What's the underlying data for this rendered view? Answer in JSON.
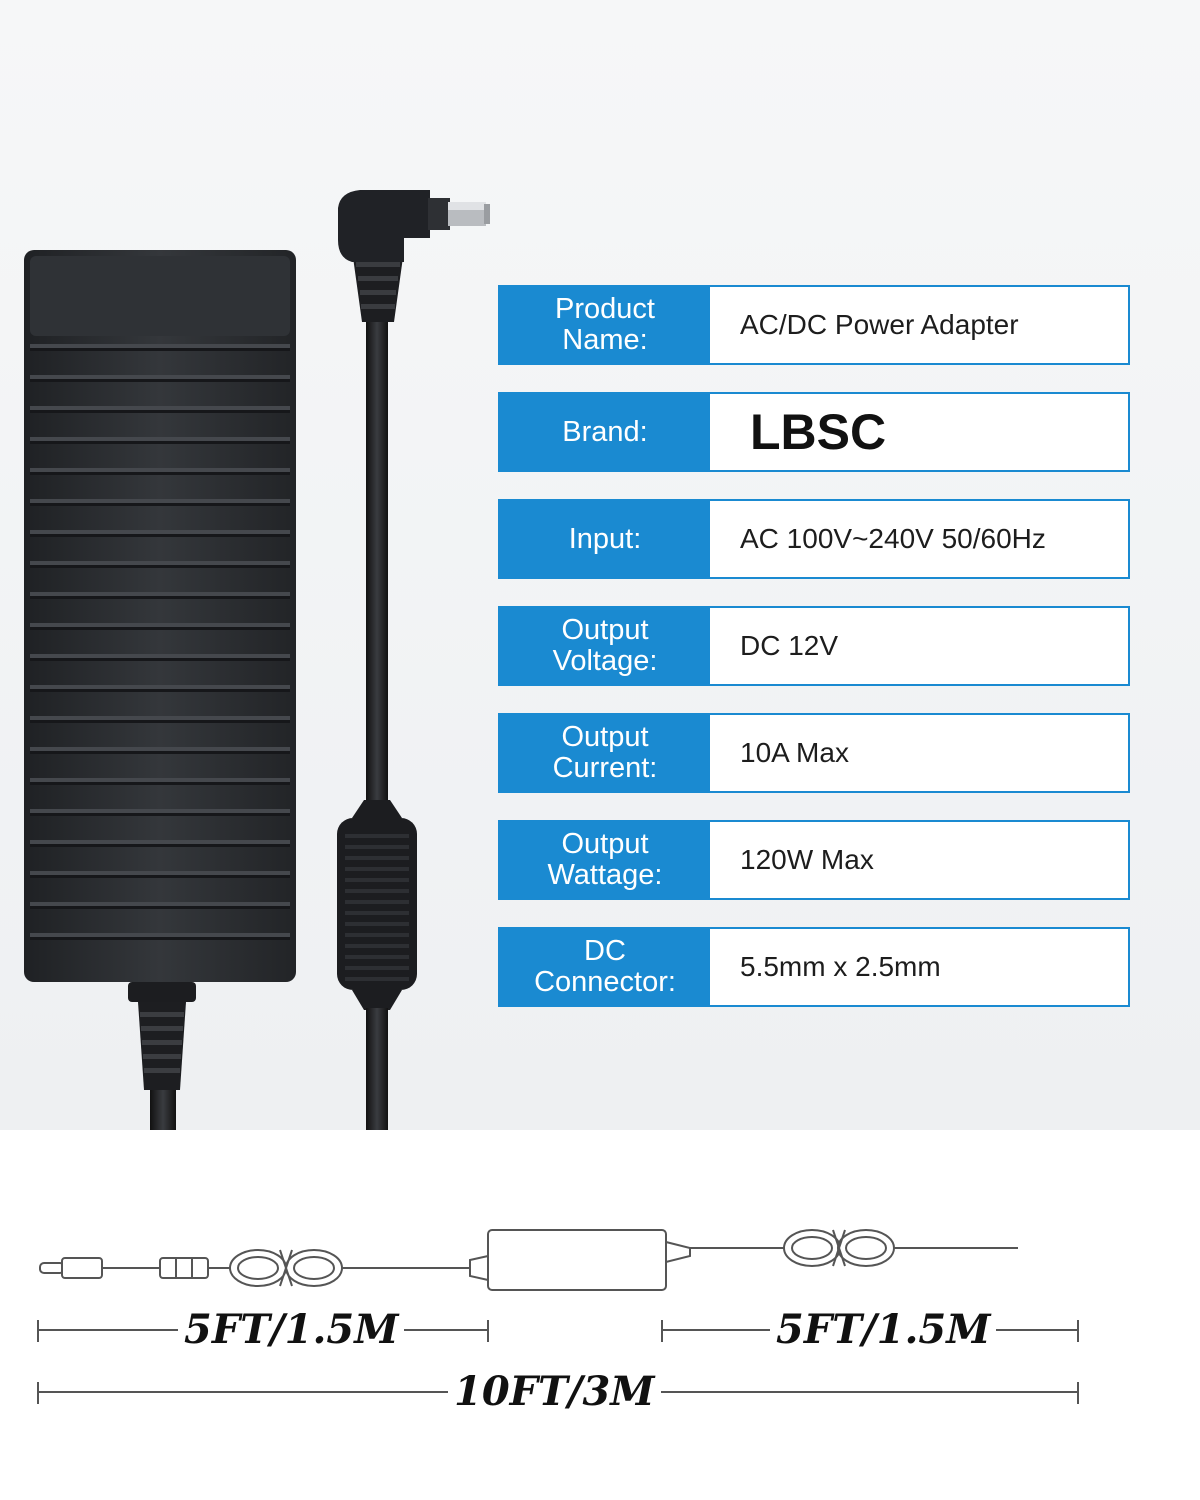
{
  "specs": [
    {
      "label": "Product\nName:",
      "value": "AC/DC Power Adapter"
    },
    {
      "label": "Brand:",
      "value": "LBSC"
    },
    {
      "label": "Input:",
      "value": "AC 100V~240V 50/60Hz"
    },
    {
      "label": "Output\nVoltage:",
      "value": "DC 12V"
    },
    {
      "label": "Output\nCurrent:",
      "value": "10A Max"
    },
    {
      "label": "Output\nWattage:",
      "value": "120W Max"
    },
    {
      "label": "DC\nConnector:",
      "value": "5.5mm x 2.5mm"
    }
  ],
  "cable_lengths": {
    "dc_side": "5FT/1.5M",
    "ac_side": "5FT/1.5M",
    "total": "10FT/3M"
  },
  "colors": {
    "accent": "#1a8ad1",
    "adapter_body": "#2b2d30"
  }
}
